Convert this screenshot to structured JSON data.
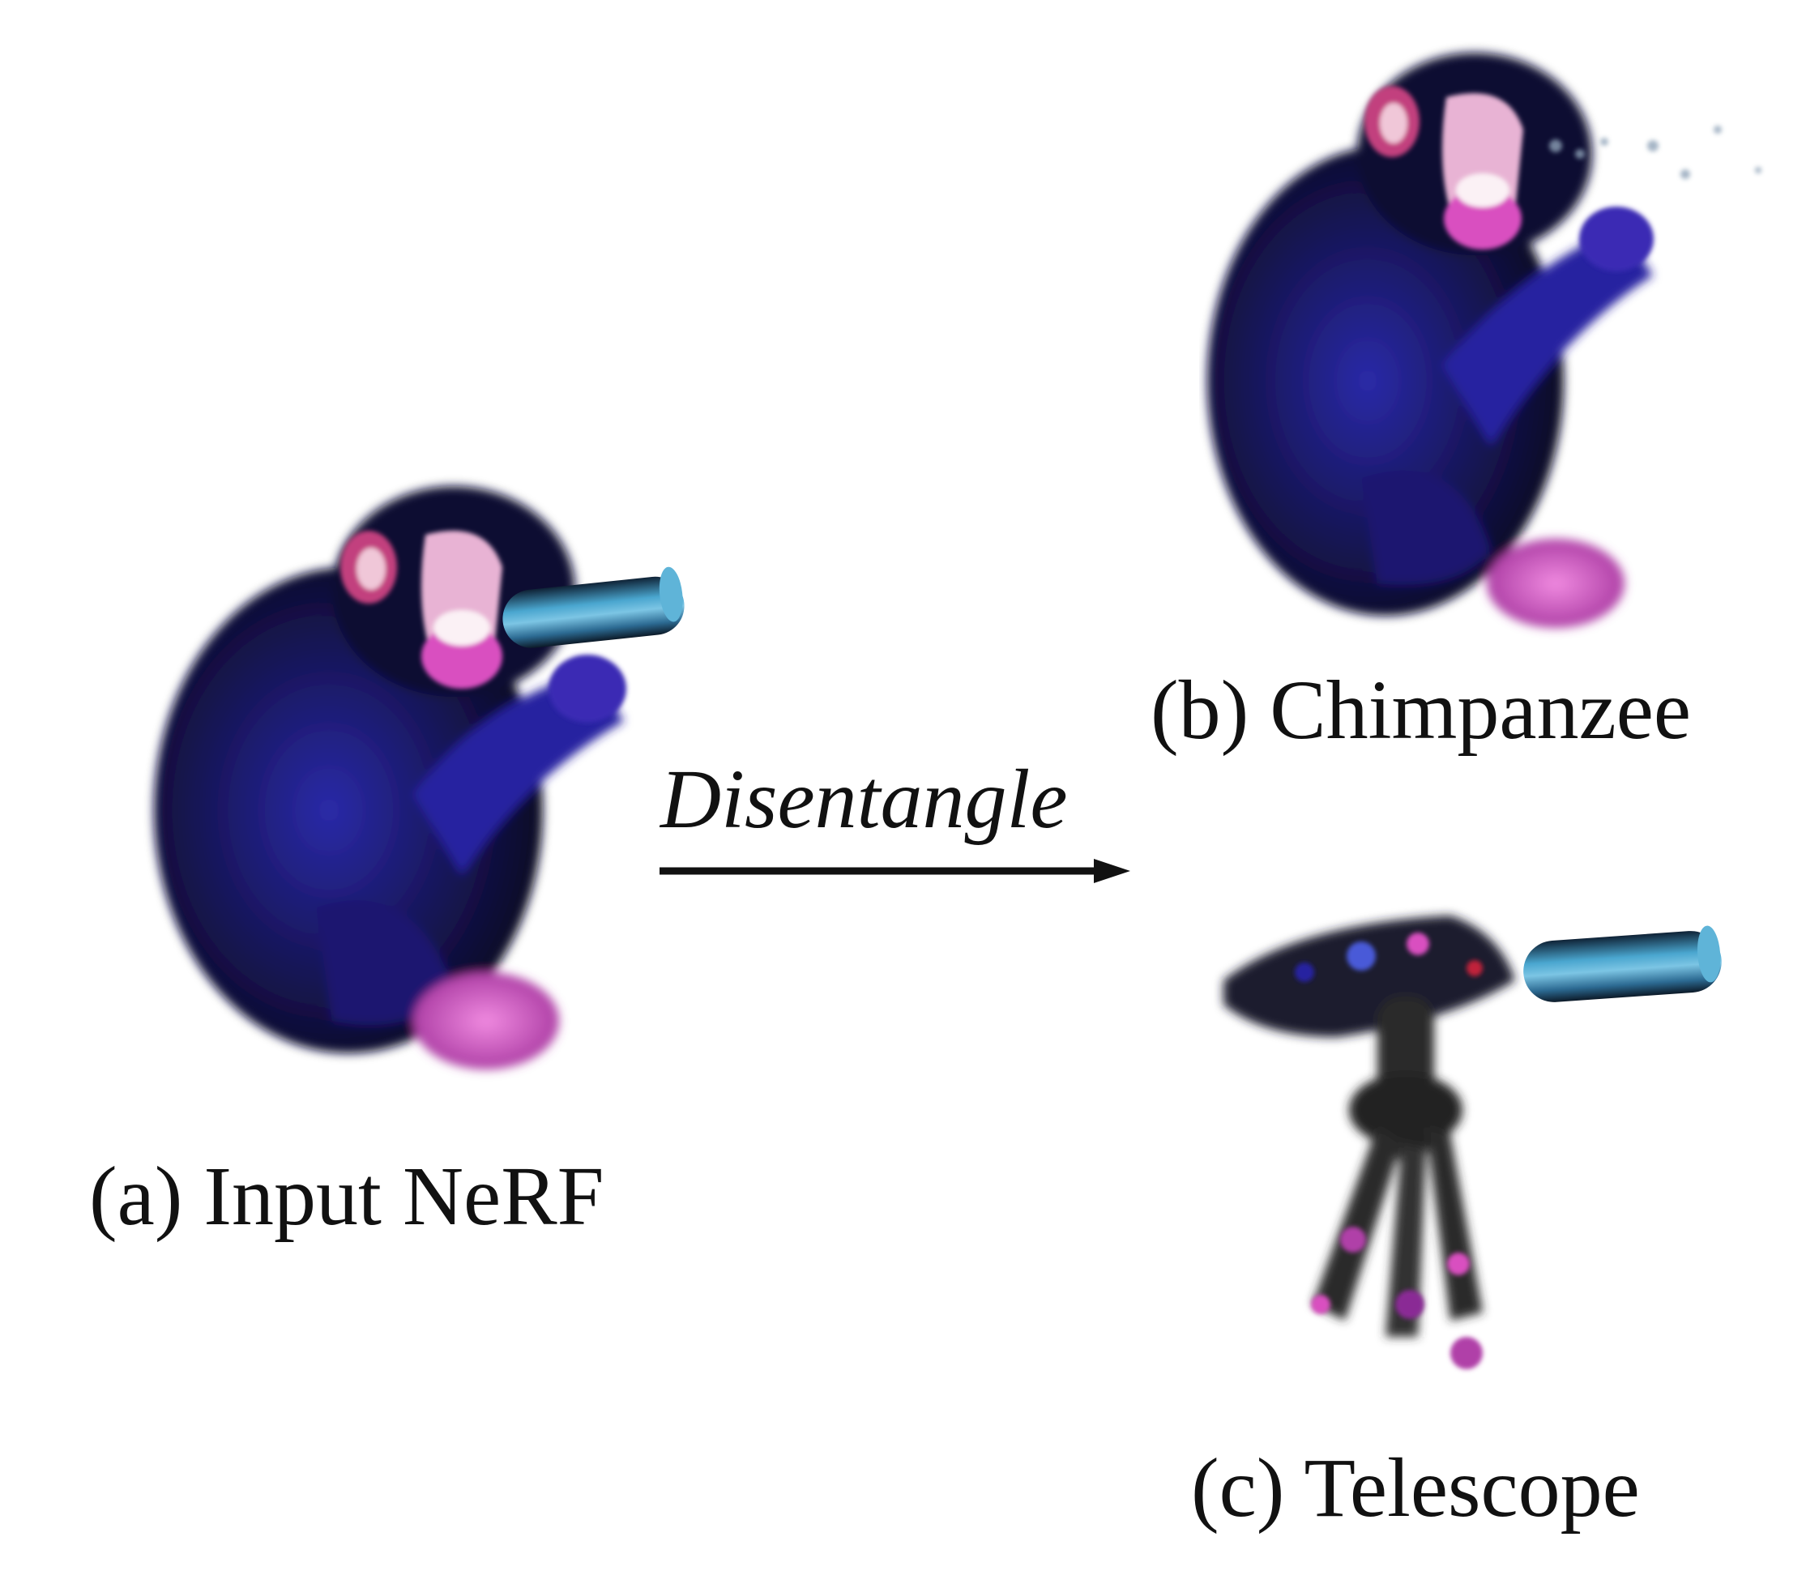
{
  "panels": {
    "input": {
      "caption": "(a) Input NeRF"
    },
    "chimpanzee": {
      "caption": "(b) Chimpanzee"
    },
    "telescope": {
      "caption": "(c) Telescope"
    }
  },
  "arrow": {
    "label": "Disentangle"
  },
  "colors": {
    "fur": "#12103a",
    "fur_highlight": "#2a2aa8",
    "skin_pink": "#d94fc0",
    "face_light": "#f2d8e6",
    "telescope_tube": "#3d87b0",
    "telescope_dark": "#1b2a3a",
    "tripod": "#2a2a2a"
  }
}
